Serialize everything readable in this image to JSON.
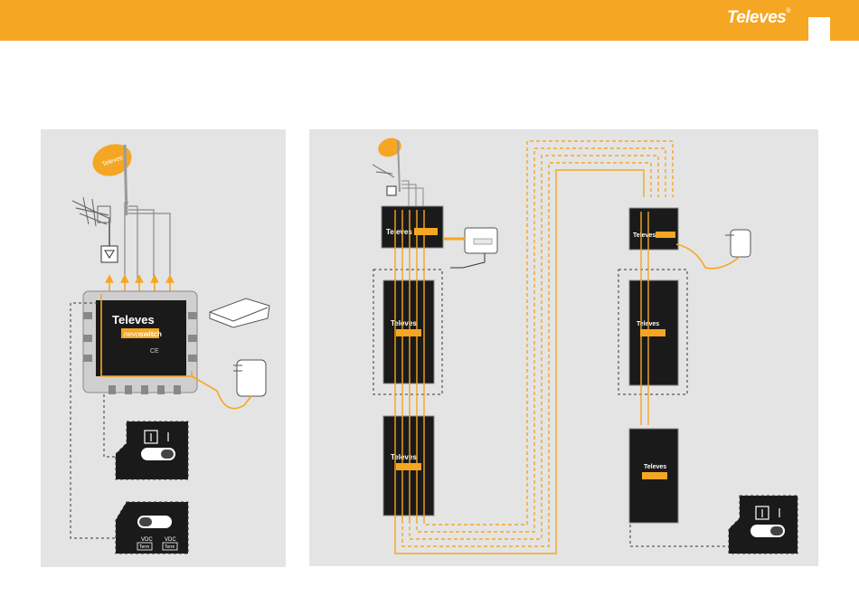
{
  "header": {
    "brand": "Televes",
    "brand_mark": "®",
    "accent_color": "#f5a623"
  },
  "diagram": {
    "dish_label": "Televes",
    "switch_brand": "Televes",
    "switch_product_a": "nevo",
    "switch_product_b": "switch",
    "switch_ce": "CE",
    "mini_brand": "Televes",
    "mini_product": "nevoswitch",
    "vdc_left": "VDC",
    "vdc_right": "VDC",
    "term_left": "Term",
    "term_right": "Term",
    "cable_color": "#f5a623",
    "switch_body_color": "#1a1a1a",
    "panel_color": "#e4e4e4"
  },
  "icons": [
    "satellite-dish-icon",
    "antenna-icon",
    "power-adapter-icon",
    "receiver-icon",
    "switch-icon"
  ]
}
